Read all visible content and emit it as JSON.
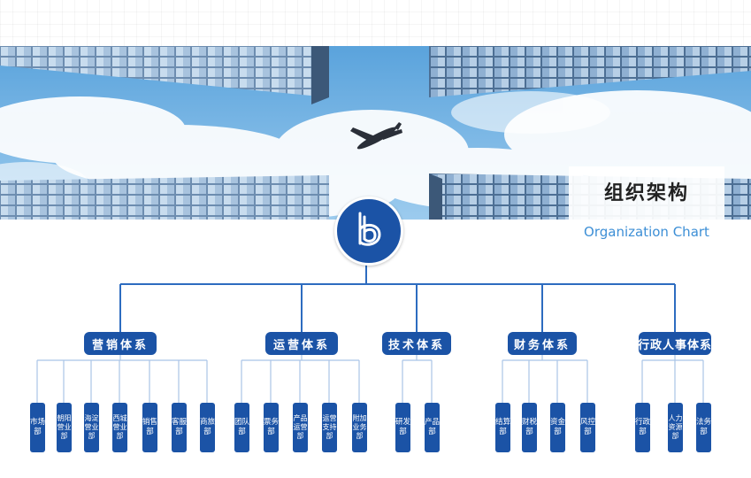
{
  "header": {
    "title": "组织架构",
    "subtitle": "Organization Chart"
  },
  "logo": {
    "icon": "b-logo-icon"
  },
  "colors": {
    "primary": "#1b53a6",
    "line_main": "#2d6cc0",
    "line_sub": "#a9c4e6",
    "subtitle": "#3d8fd6"
  },
  "groups": [
    {
      "name": "营销体系",
      "depts": [
        "市场部",
        "朝阳营业部",
        "海淀营业部",
        "西城营业部",
        "销售部",
        "客服部",
        "商旅部"
      ]
    },
    {
      "name": "运营体系",
      "depts": [
        "团队部",
        "票务部",
        "产品运营部",
        "运营支持部",
        "附加业务部"
      ]
    },
    {
      "name": "技术体系",
      "depts": [
        "研发部",
        "产品部"
      ]
    },
    {
      "name": "财务体系",
      "depts": [
        "结算部",
        "财税部",
        "资金部",
        "风控部"
      ]
    },
    {
      "name": "行政人事体系",
      "depts": [
        "行政部",
        "人力资源部",
        "法务部"
      ]
    }
  ]
}
